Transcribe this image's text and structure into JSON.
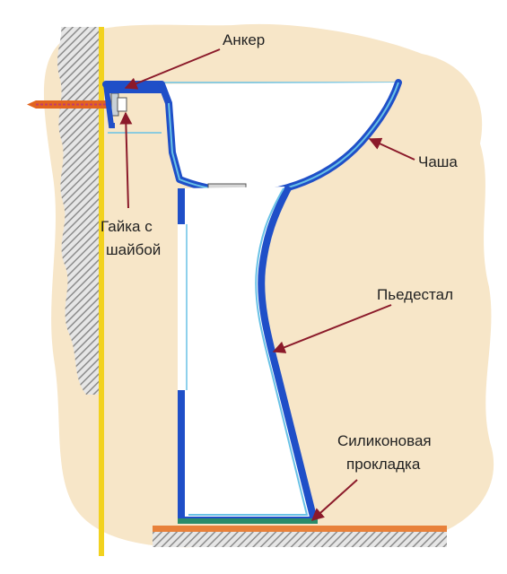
{
  "labels": {
    "anchor": "Анкер",
    "bowl": "Чаша",
    "nut_line1": "Гайка с",
    "nut_line2": "шайбой",
    "pedestal": "Пьедестал",
    "gasket_line1": "Силиконовая",
    "gasket_line2": "прокладка"
  },
  "colors": {
    "background_blob": "#f7e6c8",
    "wall_hatch": "#8c8c8c",
    "wall_strip": "#f2d21f",
    "ceramic_outline": "#1f4fc8",
    "ceramic_inner": "#69c2e6",
    "anchor_bolt": "#e2641f",
    "floor_strip": "#e8813a",
    "arrow": "#8b1a2a"
  }
}
